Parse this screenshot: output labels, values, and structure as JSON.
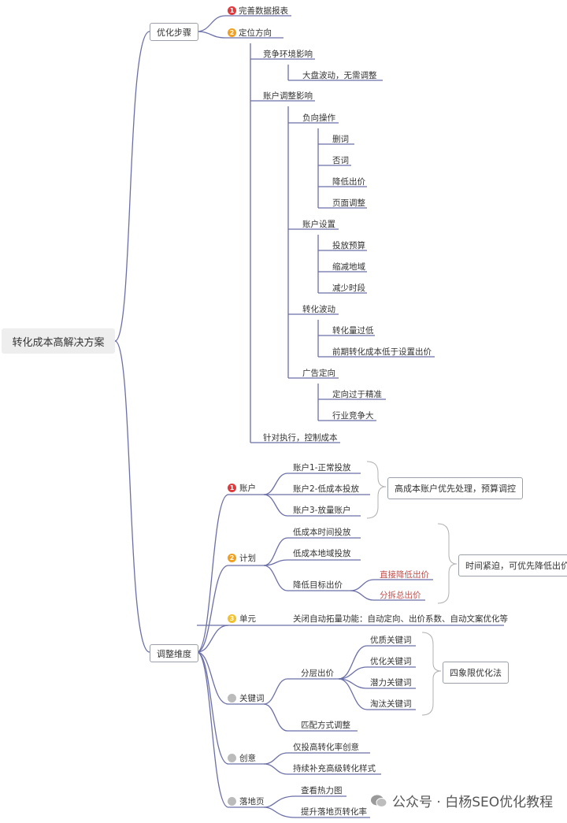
{
  "root": "转化成本高解决方案",
  "branch1": {
    "title": "优化步骤",
    "step1": "完善数据报表",
    "step2": "定位方向",
    "competition": "竞争环境影响",
    "market": "大盘波动，无需调整",
    "account_adjust": "账户调整影响",
    "negative_ops": "负向操作",
    "neg_items": [
      "删词",
      "否词",
      "降低出价",
      "页面调整"
    ],
    "account_settings": "账户设置",
    "set_items": [
      "投放预算",
      "缩减地域",
      "减少时段"
    ],
    "conv_fluct": "转化波动",
    "conv_items": [
      "转化量过低",
      "前期转化成本低于设置出价"
    ],
    "targeting": "广告定向",
    "target_items": [
      "定向过于精准",
      "行业竞争大"
    ],
    "execute": "针对执行，控制成本"
  },
  "branch2": {
    "title": "调整维度",
    "account": {
      "label": "账户",
      "items": [
        "账户1-正常投放",
        "账户2-低成本投放",
        "账户3-放量账户"
      ],
      "summary": "高成本账户优先处理，预算调控"
    },
    "plan": {
      "label": "计划",
      "items": [
        "低成本时间投放",
        "低成本地域投放",
        "降低目标出价"
      ],
      "sub": [
        "直接降低出价",
        "分拆总出价"
      ],
      "summary": "时间紧迫，可优先降低出价"
    },
    "unit": {
      "label": "单元",
      "item": "关闭自动拓量功能：自动定向、出价系数、自动文案优化等"
    },
    "keyword": {
      "label": "关键词",
      "layered": "分层出价",
      "kw_items": [
        "优质关键词",
        "优化关键词",
        "潜力关键词",
        "淘汰关键词"
      ],
      "summary": "四象限优化法",
      "match": "匹配方式调整"
    },
    "creative": {
      "label": "创意",
      "items": [
        "仅投高转化率创意",
        "持续补充高级转化样式"
      ]
    },
    "landing": {
      "label": "落地页",
      "items": [
        "查看热力图",
        "提升落地页转化率"
      ]
    }
  },
  "badges": [
    "1",
    "2",
    "1",
    "2",
    "3"
  ],
  "watermark": "公众号 · 白杨SEO优化教程"
}
